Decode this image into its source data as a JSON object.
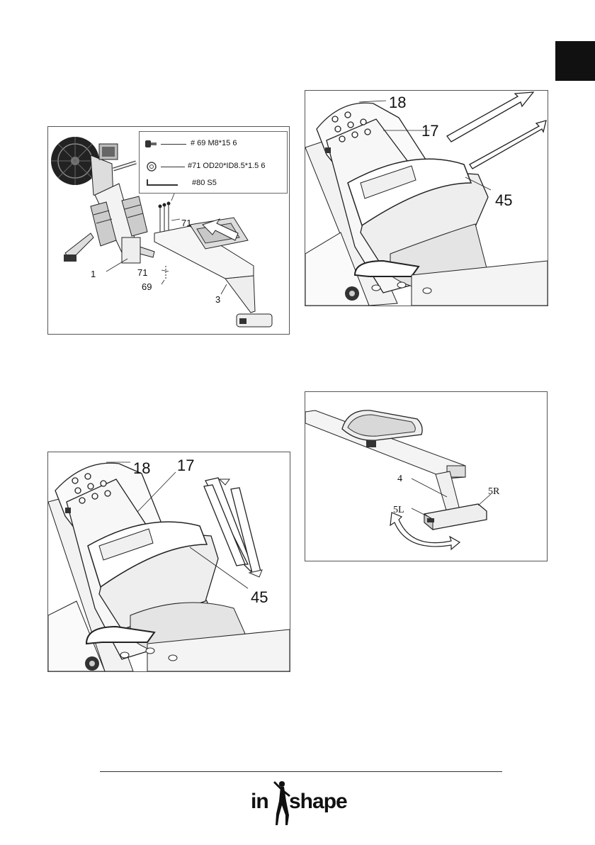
{
  "figure1": {
    "callouts": {
      "c1": "1",
      "c3": "3",
      "c69a": "69",
      "c71a": "71",
      "c71b": "71",
      "c69b": "69"
    },
    "legend": {
      "bolt": "# 69 M8*15  6",
      "washer": "#71 OD20*ID8.5*1.5  6",
      "wrench": "#80   S5"
    }
  },
  "figure2": {
    "callouts": {
      "c18": "18",
      "c17": "17",
      "c45": "45"
    }
  },
  "figure3": {
    "callouts": {
      "c18": "18",
      "c17": "17",
      "c45": "45"
    }
  },
  "figure4": {
    "callouts": {
      "c4": "4",
      "c5L": "5L",
      "c5R": "5R"
    }
  },
  "footer": {
    "logo_left": "in",
    "logo_right": "shape"
  },
  "colors": {
    "tab": "#111111",
    "line": "#222222"
  }
}
